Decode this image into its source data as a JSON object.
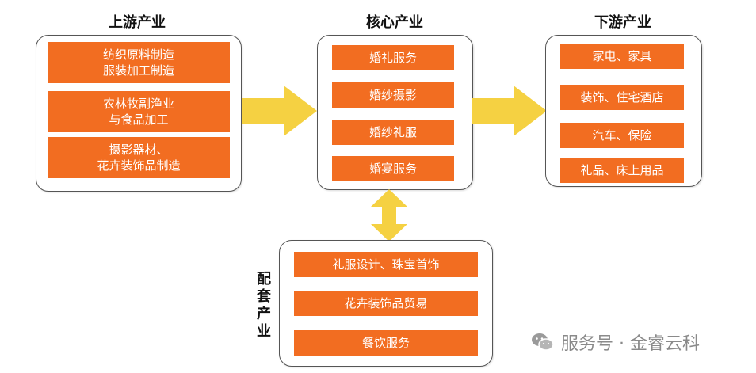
{
  "upstream": {
    "title": "上游产业",
    "items": [
      "纺织原料制造\n服装加工制造",
      "农林牧副渔业\n与食品加工",
      "摄影器材、\n花卉装饰品制造"
    ]
  },
  "core": {
    "title": "核心产业",
    "items": [
      "婚礼服务",
      "婚纱摄影",
      "婚纱礼服",
      "婚宴服务"
    ]
  },
  "downstream": {
    "title": "下游产业",
    "items": [
      "家电、家具",
      "装饰、住宅酒店",
      "汽车、保险",
      "礼品、床上用品"
    ]
  },
  "supporting": {
    "title": "配套产业",
    "items": [
      "礼服设计、珠宝首饰",
      "花卉装饰品贸易",
      "餐饮服务"
    ]
  },
  "watermark": {
    "text": "服务号 · 金睿云科"
  },
  "colors": {
    "box": "#f26d21",
    "arrow": "#f5d142"
  }
}
